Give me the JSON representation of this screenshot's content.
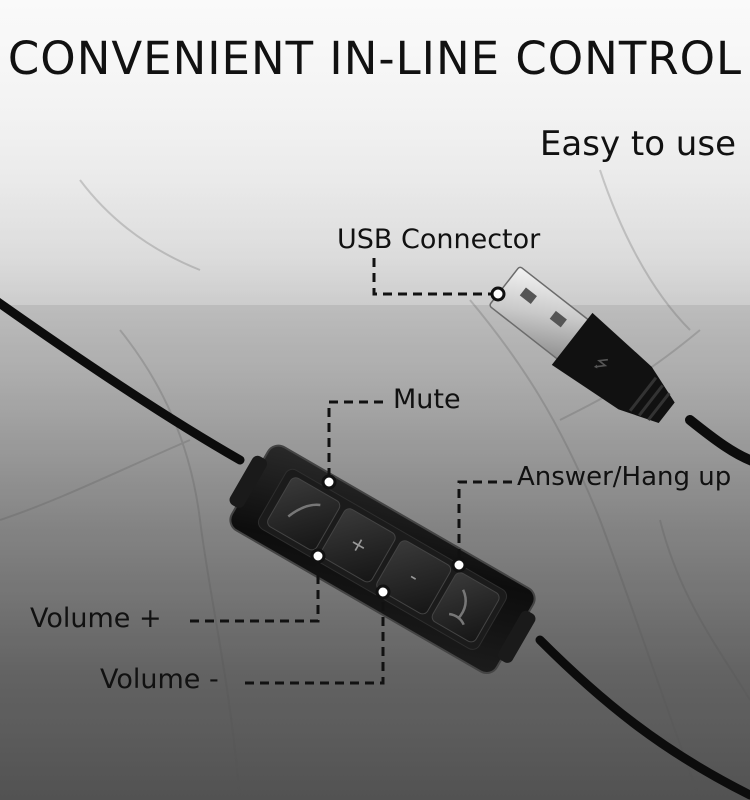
{
  "heading": "CONVENIENT IN-LINE CONTROL",
  "subheading": "Easy to use",
  "callouts": {
    "usb": "USB Connector",
    "mute": "Mute",
    "answer": "Answer/Hang up",
    "volume_up": "Volume +",
    "volume_down": "Volume -"
  },
  "button_glyphs": {
    "plus": "+",
    "minus": "-"
  }
}
